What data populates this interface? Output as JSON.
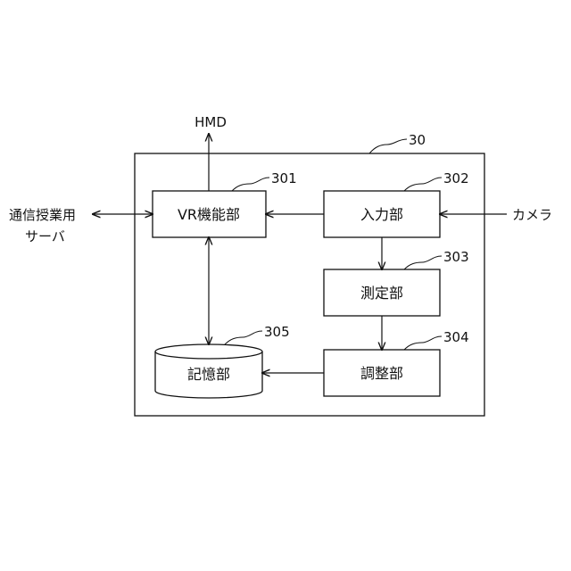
{
  "device": {
    "ref": "30"
  },
  "blocks": {
    "vr": {
      "label": "VR機能部",
      "ref": "301"
    },
    "input": {
      "label": "入力部",
      "ref": "302"
    },
    "measure": {
      "label": "測定部",
      "ref": "303"
    },
    "adjust": {
      "label": "調整部",
      "ref": "304"
    },
    "storage": {
      "label": "記憶部",
      "ref": "305"
    }
  },
  "external": {
    "hmd": "HMD",
    "server_line1": "通信授業用",
    "server_line2": "サーバ",
    "camera": "カメラ"
  }
}
